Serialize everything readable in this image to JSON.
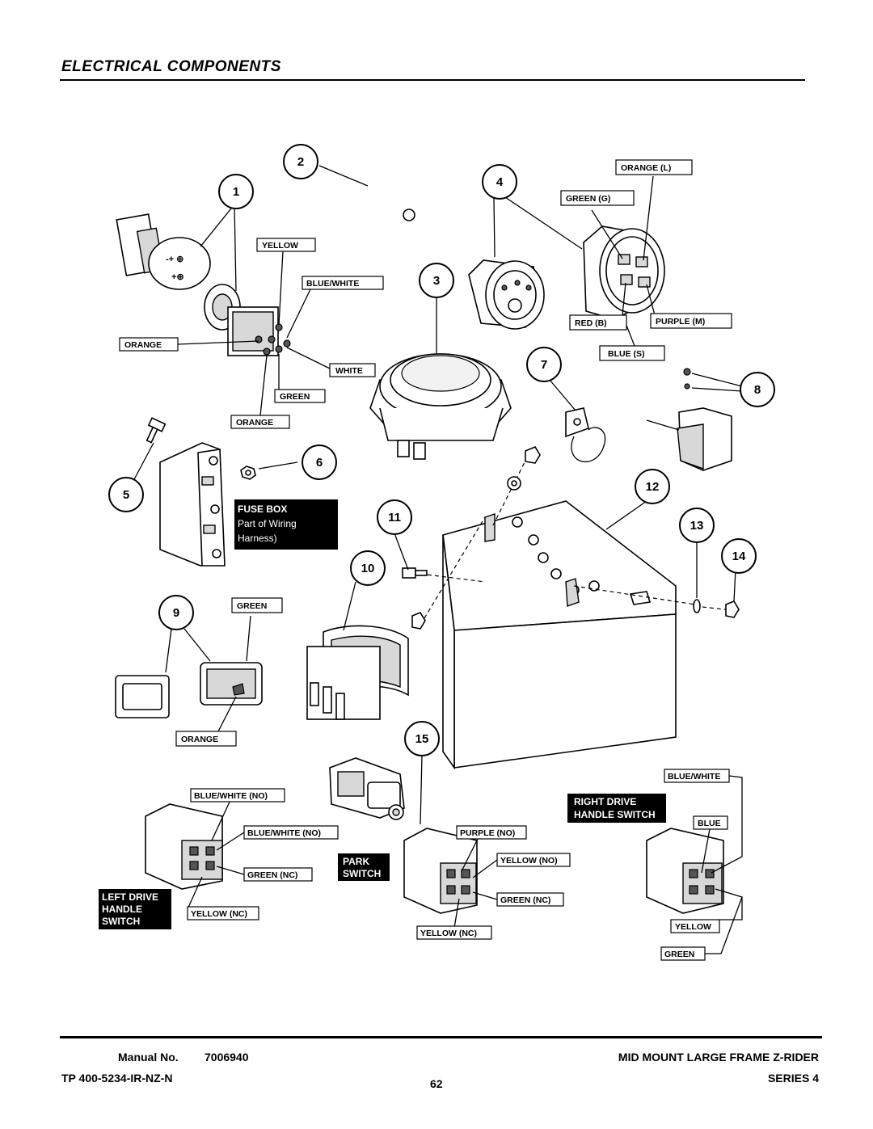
{
  "header": {
    "title": "ELECTRICAL COMPONENTS"
  },
  "footer": {
    "manual_label": "Manual No.",
    "manual_number": "7006940",
    "tp_number": "TP 400-5234-IR-NZ-N",
    "page_number": "62",
    "product": "MID MOUNT LARGE FRAME Z-RIDER",
    "series": "SERIES 4"
  },
  "callouts": [
    "1",
    "2",
    "3",
    "4",
    "5",
    "6",
    "7",
    "8",
    "9",
    "10",
    "11",
    "12",
    "13",
    "14",
    "15"
  ],
  "wire_labels": {
    "yellow": "YELLOW",
    "blue_white": "BLUE/WHITE",
    "orange_a": "ORANGE",
    "white": "WHITE",
    "green_a": "GREEN",
    "orange_b": "ORANGE",
    "orange_l": "ORANGE (L)",
    "green_g": "GREEN (G)",
    "red_b": "RED (B)",
    "purple_m": "PURPLE (M)",
    "blue_s": "BLUE (S)",
    "green_b": "GREEN",
    "orange_c": "ORANGE",
    "left_bw_no_1": "BLUE/WHITE (NO)",
    "left_bw_no_2": "BLUE/WHITE (NO)",
    "left_green_nc": "GREEN (NC)",
    "left_yellow_nc": "YELLOW (NC)",
    "park_purple_no": "PURPLE (NO)",
    "park_yellow_no": "YELLOW (NO)",
    "park_green_nc": "GREEN (NC)",
    "park_yellow_nc": "YELLOW (NC)",
    "right_blue_white": "BLUE/WHITE",
    "right_blue": "BLUE",
    "right_yellow": "YELLOW",
    "right_green": "GREEN"
  },
  "tags": {
    "fuse_box_1": "FUSE BOX",
    "fuse_box_2": "Part of Wiring",
    "fuse_box_3": "Harness)",
    "right_drive_1": "RIGHT DRIVE",
    "right_drive_2": "HANDLE SWITCH",
    "park_1": "PARK",
    "park_2": "SWITCH",
    "left_drive_1": "LEFT DRIVE",
    "left_drive_2": "HANDLE",
    "left_drive_3": "SWITCH"
  }
}
